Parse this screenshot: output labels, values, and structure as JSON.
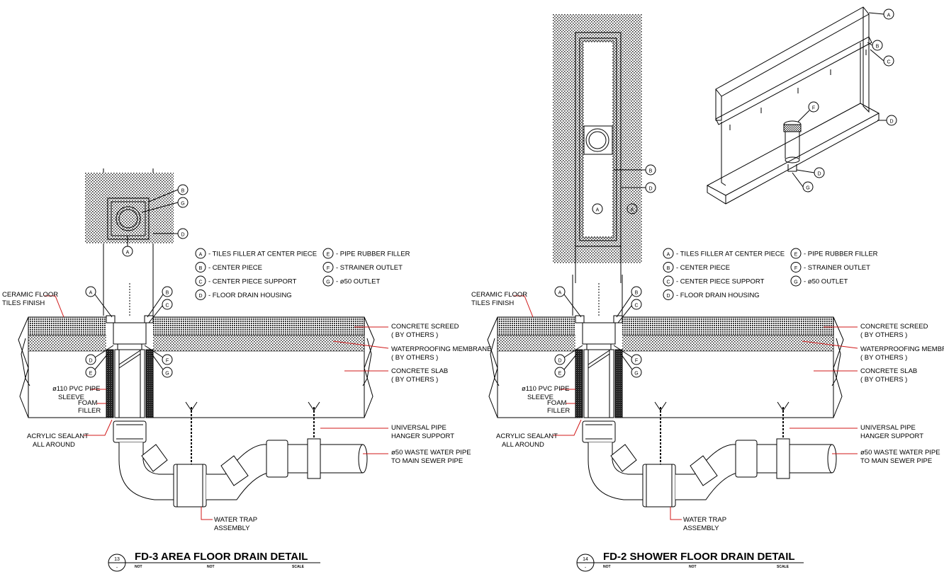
{
  "legend": [
    {
      "tag": "A",
      "text": "- TILES FILLER AT CENTER PIECE"
    },
    {
      "tag": "B",
      "text": "- CENTER PIECE"
    },
    {
      "tag": "C",
      "text": "- CENTER PIECE SUPPORT"
    },
    {
      "tag": "D",
      "text": "- FLOOR DRAIN HOUSING"
    },
    {
      "tag": "E",
      "text": "- PIPE RUBBER FILLER"
    },
    {
      "tag": "F",
      "text": "- STRAINER OUTLET"
    },
    {
      "tag": "G",
      "text": "- ø50 OUTLET"
    }
  ],
  "callouts": {
    "ceramic": [
      "CERAMIC FLOOR",
      "TILES FINISH"
    ],
    "screed": [
      "CONCRETE SCREED",
      "( BY OTHERS )"
    ],
    "membrane": [
      "WATERPROOFING MEMBRANE",
      "( BY OTHERS )"
    ],
    "slab": [
      "CONCRETE SLAB",
      "( BY OTHERS )"
    ],
    "sleeve": [
      "ø110 PVC PIPE",
      "SLEEVE"
    ],
    "foam": [
      "FOAM",
      "FILLER"
    ],
    "sealant": [
      "ACRYLIC SEALANT",
      "ALL AROUND"
    ],
    "hanger": [
      "UNIVERSAL PIPE",
      "HANGER SUPPORT"
    ],
    "waste": [
      "ø50 WASTE WATER PIPE",
      "TO MAIN SEWER PIPE"
    ],
    "trap": [
      "WATER TRAP",
      "ASSEMBLY"
    ]
  },
  "details": [
    {
      "number": "13",
      "sheet": "-",
      "title": "FD-3 AREA FLOOR DRAIN DETAIL",
      "sub": [
        "NOT",
        "NOT",
        "SCALE"
      ]
    },
    {
      "number": "14",
      "sheet": "-",
      "title": "FD-2 SHOWER FLOOR DRAIN DETAIL",
      "sub": [
        "NOT",
        "NOT",
        "SCALE"
      ]
    }
  ],
  "colors": {
    "leader": "#d01818",
    "line": "#000000",
    "hatch": "#555555"
  }
}
